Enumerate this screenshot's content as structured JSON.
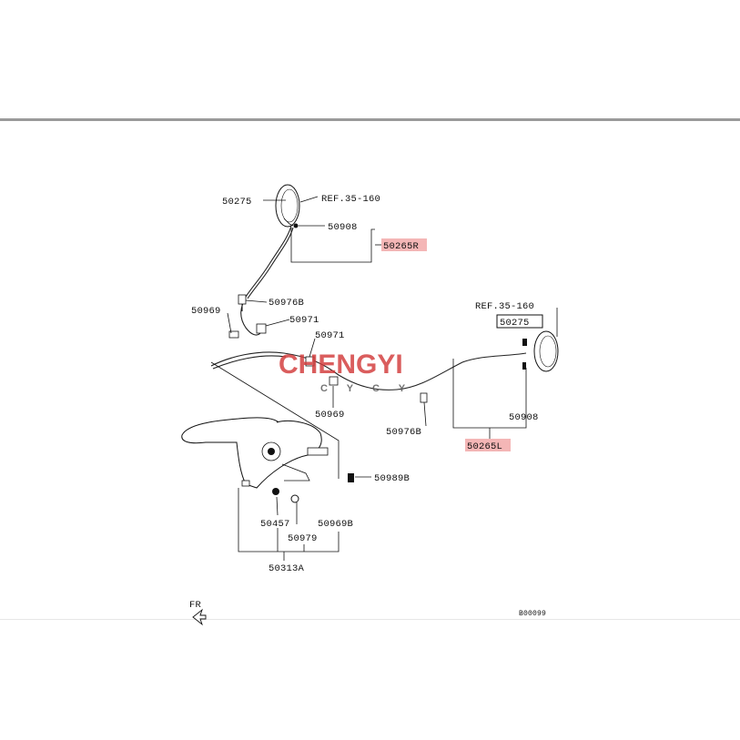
{
  "watermark": {
    "brand": "CHENGYI",
    "sub": "C Y C Y",
    "color": "#d23a3a"
  },
  "labels": {
    "p50275_top": "50275",
    "ref_top": "REF.35-160",
    "p50908_top": "50908",
    "p50265R": "50265R",
    "p50976B": "50976B",
    "p50969_left": "50969",
    "p50971_a": "50971",
    "p50971_b": "50971",
    "p50969_mid": "50969",
    "ref_right": "REF.35-160",
    "p50275_right": "50275",
    "p50908_right": "50908",
    "p50976B_right": "50976B",
    "p50265L": "50265L",
    "p50989B": "50989B",
    "p50457": "50457",
    "p50969B": "50969B",
    "p50979": "50979",
    "p50313A": "50313A",
    "fr": "FR",
    "code": "B00099"
  },
  "highlight_color": "#f4b6b6"
}
